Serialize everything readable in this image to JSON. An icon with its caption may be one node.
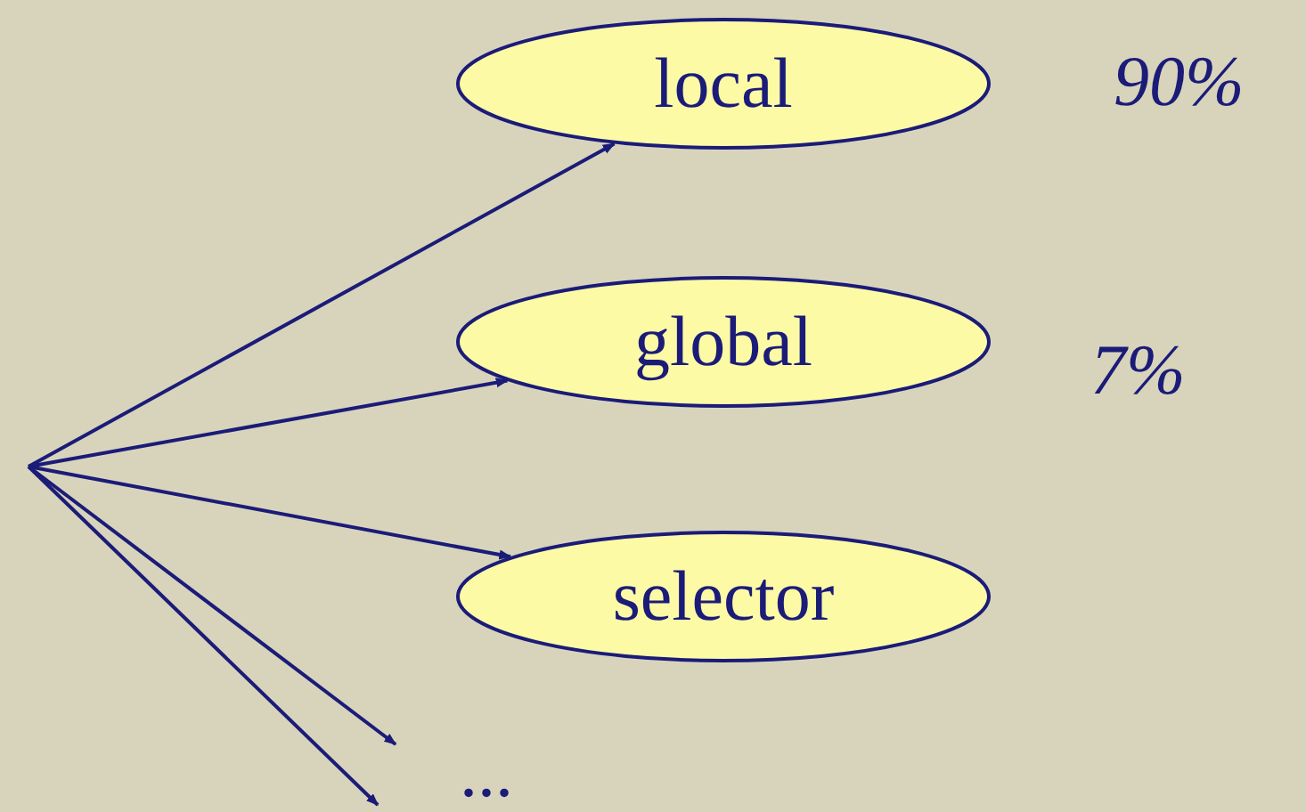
{
  "diagram": {
    "nodes": [
      {
        "text": [
          "local"
        ],
        "beside": [
          "90%"
        ]
      },
      {
        "text": [
          "global"
        ],
        "beside": [
          "7%"
        ]
      },
      {
        "text": [
          "selector"
        ]
      },
      {
        "text": [
          "..."
        ]
      }
    ],
    "edges": [
      {
        "from": null,
        "to": 0,
        "arrow": "to"
      },
      {
        "from": null,
        "to": 1,
        "arrow": "to"
      },
      {
        "from": null,
        "to": 2,
        "arrow": "to"
      },
      {
        "from": null,
        "to": 3,
        "arrow": "to"
      },
      {
        "from": null,
        "to": 3,
        "arrow": "to"
      }
    ]
  }
}
